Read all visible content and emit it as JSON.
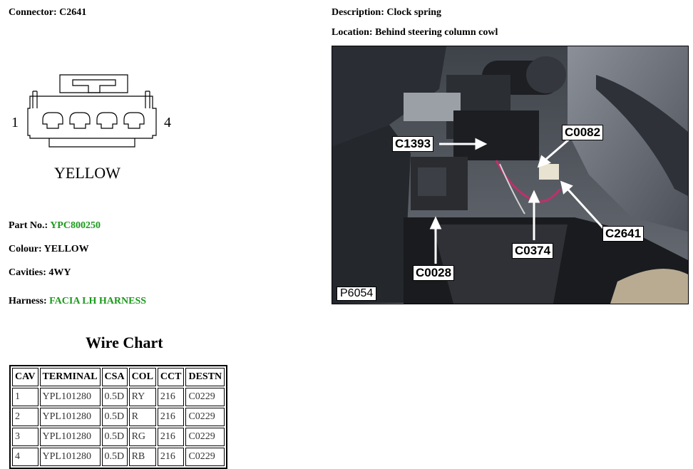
{
  "connector": {
    "label": "Connector:",
    "value": "C2641"
  },
  "description": {
    "label": "Description:",
    "value": "Clock spring"
  },
  "location": {
    "label": "Location:",
    "value": "Behind steering column cowl"
  },
  "diagram": {
    "pin_left": "1",
    "pin_right": "4",
    "color_text": "YELLOW"
  },
  "part_no": {
    "label": "Part No.:",
    "value": "YPC800250"
  },
  "colour": {
    "label": "Colour:",
    "value": "YELLOW"
  },
  "cavities": {
    "label": "Cavities:",
    "value": "4WY"
  },
  "harness": {
    "label": "Harness:",
    "value": "FACIA LH HARNESS"
  },
  "wire_chart": {
    "title": "Wire Chart",
    "headers": [
      "CAV",
      "TERMINAL",
      "CSA",
      "COL",
      "CCT",
      "DESTN"
    ],
    "rows": [
      [
        "1",
        "YPL101280",
        "0.5D",
        "RY",
        "216",
        "C0229"
      ],
      [
        "2",
        "YPL101280",
        "0.5D",
        "R",
        "216",
        "C0229"
      ],
      [
        "3",
        "YPL101280",
        "0.5D",
        "RG",
        "216",
        "C0229"
      ],
      [
        "4",
        "YPL101280",
        "0.5D",
        "RB",
        "216",
        "C0229"
      ]
    ]
  },
  "photo": {
    "code": "P6054",
    "callouts": [
      "C1393",
      "C0082",
      "C2641",
      "C0374",
      "C0028"
    ]
  },
  "colors": {
    "green_text": "#1a9a1a"
  }
}
